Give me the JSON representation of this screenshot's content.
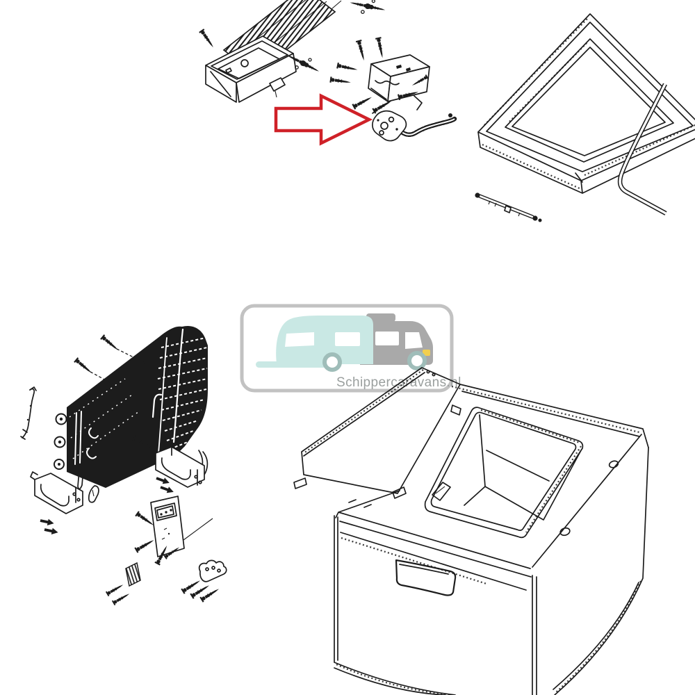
{
  "image_kind": "exploded-parts-diagram",
  "subject": "portable absorption cooler / camping fridge parts drawing",
  "watermark": {
    "text": "Schippercaravans.nl"
  },
  "colors": {
    "line": "#1c1c1c",
    "arrow-red": "#cf2128",
    "caravan-teal": "#c9e8e4",
    "wheel-ring": "#9fbdb9",
    "motorhome-gray": "#a9a9a9",
    "headlight-yellow": "#f2cf4e",
    "logo-border": "#c2c2c2",
    "watermark-text": "#9a9f9e"
  },
  "parts": [
    "burner-flue-assembly",
    "fastener-cluster-left",
    "fastener-cluster-top",
    "burner-control-bracket",
    "highlight-arrow",
    "igniter-with-cable",
    "lid",
    "jet-pipe",
    "supply-tube",
    "condenser-unit",
    "condenser-screws",
    "mounting-bracket-left",
    "mounting-bracket-right",
    "retaining-strip",
    "cable-clip",
    "mounting-plate",
    "finned-spacer",
    "bracket-screw-set",
    "cabinet-body",
    "watermark-logo"
  ]
}
